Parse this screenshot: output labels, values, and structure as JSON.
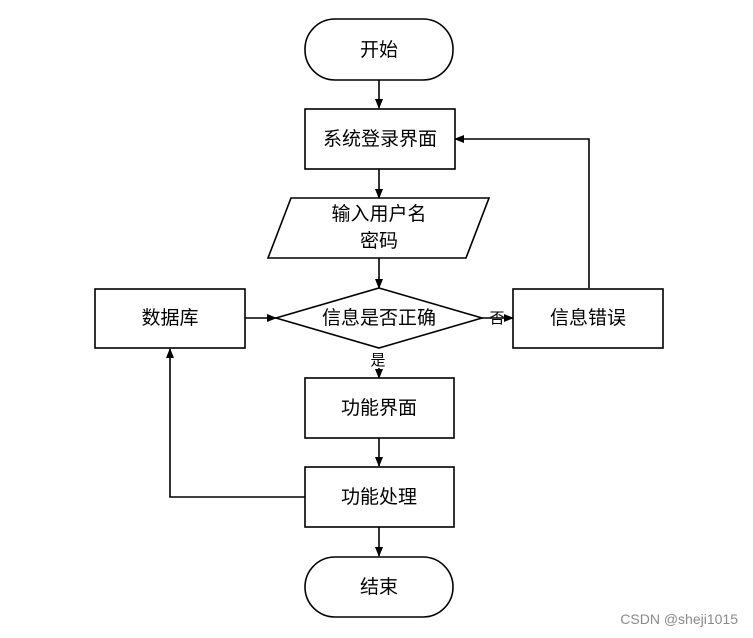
{
  "nodes": {
    "start": "开始",
    "login": "系统登录界面",
    "input_line1": "输入用户名",
    "input_line2": "密码",
    "decision": "信息是否正确",
    "error": "信息错误",
    "database": "数据库",
    "function_ui": "功能界面",
    "process": "功能处理",
    "end": "结束"
  },
  "edges": {
    "yes": "是",
    "no": "否"
  },
  "watermark": "CSDN @sheji1015"
}
